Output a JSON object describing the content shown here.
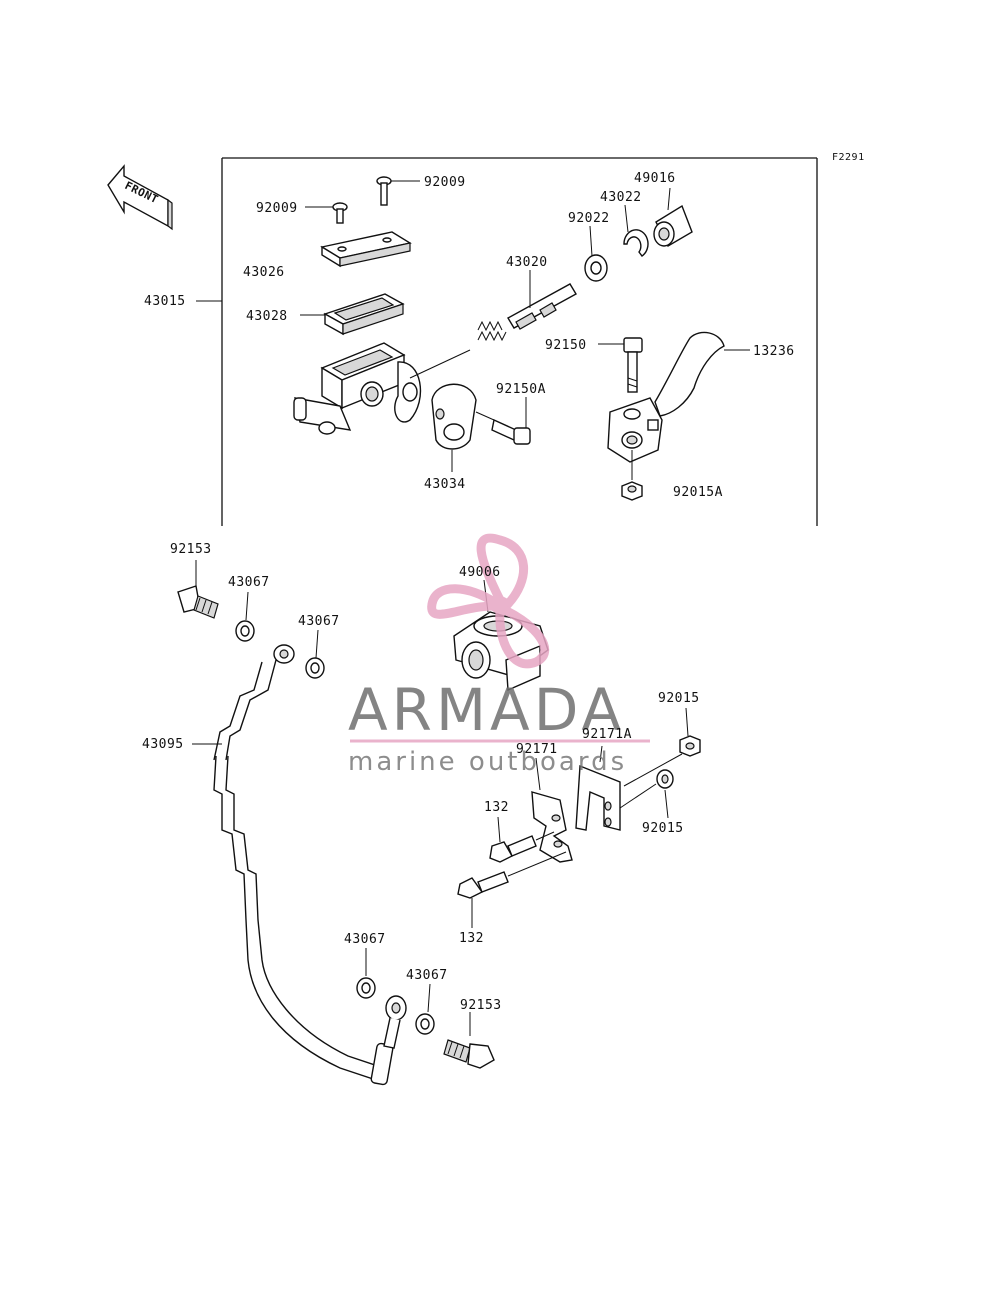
{
  "diagram_code": "F2291",
  "front_arrow_label": "FRONT",
  "parts": {
    "p92009_a": "92009",
    "p92009_b": "92009",
    "p43026": "43026",
    "p43028": "43028",
    "p43015": "43015",
    "p43020": "43020",
    "p92022": "92022",
    "p43022": "43022",
    "p49016": "49016",
    "p92150": "92150",
    "p13236": "13236",
    "p92150A": "92150A",
    "p43034": "43034",
    "p92015A": "92015A",
    "p92153_a": "92153",
    "p43067_a": "43067",
    "p43067_b": "43067",
    "p49006": "49006",
    "p43095": "43095",
    "p92015_a": "92015",
    "p92171A": "92171A",
    "p92171": "92171",
    "p92015_b": "92015",
    "p132_a": "132",
    "p132_b": "132",
    "p43067_c": "43067",
    "p43067_d": "43067",
    "p92153_b": "92153"
  },
  "watermark": {
    "title": "ARMADA",
    "subtitle": "marine outboards",
    "color": "#e7a6c4"
  }
}
